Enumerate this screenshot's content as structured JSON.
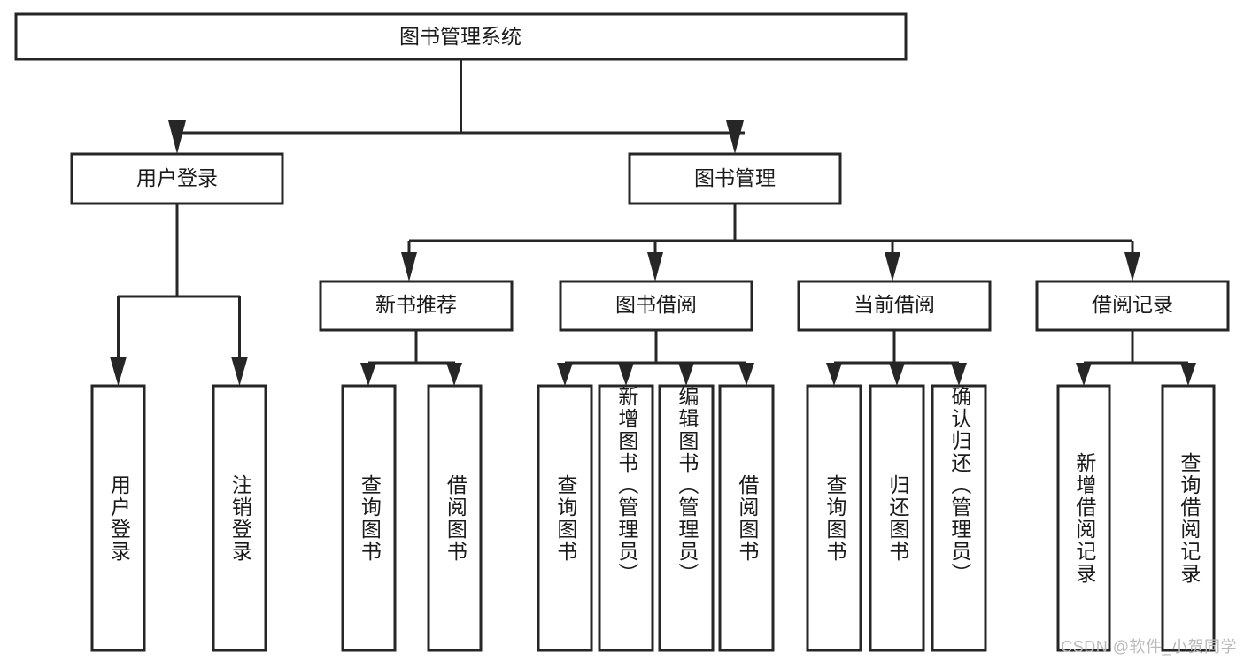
{
  "diagram": {
    "title": "图书管理系统",
    "type": "tree-hierarchy",
    "watermark": "CSDN @软件_小贺同学",
    "colors": {
      "stroke": "#262626",
      "fill": "#ffffff",
      "text": "#1a1a1a",
      "watermark": "#b9b9b9"
    },
    "root": {
      "label": "图书管理系统"
    },
    "level2": [
      {
        "label": "用户登录"
      },
      {
        "label": "图书管理"
      }
    ],
    "level3": [
      {
        "label": "新书推荐"
      },
      {
        "label": "图书借阅"
      },
      {
        "label": "当前借阅"
      },
      {
        "label": "借阅记录"
      }
    ],
    "leaves_user_login": [
      {
        "label": "用户登录"
      },
      {
        "label": "注销登录"
      }
    ],
    "leaves_new_book": [
      {
        "label": "查询图书"
      },
      {
        "label": "借阅图书"
      }
    ],
    "leaves_borrow": [
      {
        "label": "查询图书"
      },
      {
        "label": "新增图书（管理员）"
      },
      {
        "label": "编辑图书（管理员）"
      },
      {
        "label": "借阅图书"
      }
    ],
    "leaves_current": [
      {
        "label": "查询图书"
      },
      {
        "label": "归还图书"
      },
      {
        "label": "确认归还（管理员）"
      }
    ],
    "leaves_record": [
      {
        "label": "新增借阅记录"
      },
      {
        "label": "查询借阅记录"
      }
    ]
  }
}
